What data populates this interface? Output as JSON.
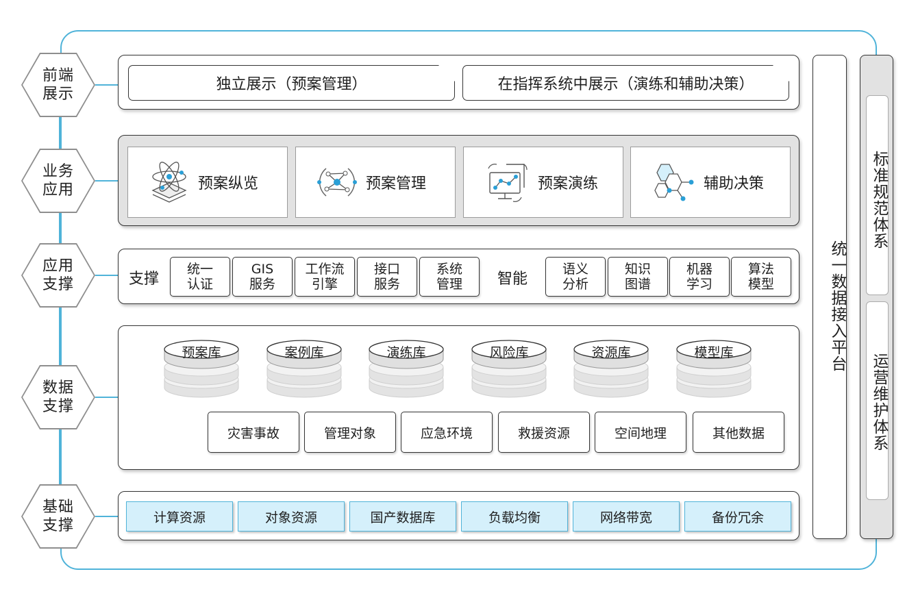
{
  "layers": [
    {
      "label": "前端\n展示"
    },
    {
      "label": "业务\n应用"
    },
    {
      "label": "应用\n支撑"
    },
    {
      "label": "数据\n支撑"
    },
    {
      "label": "基础\n支撑"
    }
  ],
  "frontend": {
    "tabs": [
      "独立展示（预案管理）",
      "在指挥系统中展示（演练和辅助决策）"
    ]
  },
  "business": {
    "cards": [
      {
        "label": "预案纵览",
        "icon": "atom-layers-icon"
      },
      {
        "label": "预案管理",
        "icon": "network-icon"
      },
      {
        "label": "预案演练",
        "icon": "monitor-flow-icon"
      },
      {
        "label": "辅助决策",
        "icon": "hexagon-nodes-icon"
      }
    ]
  },
  "support": {
    "groups": [
      "支撑",
      "智能"
    ],
    "support_items": [
      "统一\n认证",
      "GIS\n服务",
      "工作流\n引擎",
      "接口\n服务",
      "系统\n管理"
    ],
    "smart_items": [
      "语义\n分析",
      "知识\n图谱",
      "机器\n学习",
      "算法\n模型"
    ]
  },
  "data": {
    "databases": [
      "预案库",
      "案例库",
      "演练库",
      "风险库",
      "资源库",
      "模型库"
    ],
    "categories": [
      "灾害事故",
      "管理对象",
      "应急环境",
      "救援资源",
      "空间地理",
      "其他数据"
    ]
  },
  "base": {
    "items": [
      "计算资源",
      "对象资源",
      "国产数据库",
      "负载均衡",
      "网络带宽",
      "备份冗余"
    ]
  },
  "right": {
    "platform": "统一数据接入平台",
    "standards": "标准规范体系",
    "operations": "运营维护体系"
  },
  "colors": {
    "accent": "#4fb3d9",
    "base_fill": "#d5f0fb",
    "panel_grey": "#e2e2e2"
  }
}
